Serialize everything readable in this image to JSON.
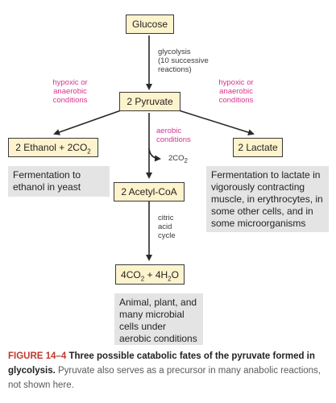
{
  "nodes": {
    "glucose": "Glucose",
    "pyruvate": "2 Pyruvate",
    "ethanol": {
      "pre": "2 Ethanol + 2CO",
      "sub": "2"
    },
    "lactate": "2 Lactate",
    "acetyl_coa": "2 Acetyl-CoA",
    "final": {
      "p1": "4CO",
      "s1": "2",
      "p2": " + 4H",
      "s2": "2",
      "p3": "O"
    }
  },
  "labels": {
    "glycolysis": [
      "glycolysis",
      "(10 successive",
      "reactions)"
    ],
    "hypoxic_left": [
      "hypoxic or",
      "anaerobic",
      "conditions"
    ],
    "hypoxic_right": [
      "hypoxic or",
      "anaerobic",
      "conditions"
    ],
    "aerobic": [
      "aerobic",
      "conditions"
    ],
    "co2_release": {
      "pre": "2CO",
      "sub": "2"
    },
    "citric": [
      "citric",
      "acid",
      "cycle"
    ]
  },
  "notes": {
    "ethanol": "Fermentation to ethanol in yeast",
    "lactate": "Fermentation to lactate in vigorously contracting muscle, in erythrocytes, in some other cells, and in some microorganisms",
    "aerobic": "Animal, plant, and many microbial cells under aerobic conditions"
  },
  "caption": {
    "number": "FIGURE 14–4",
    "title": "Three possible catabolic fates of the pyruvate formed in glycolysis.",
    "body": "Pyruvate also serves as a precursor in many anabolic reactions, not shown here."
  },
  "colors": {
    "box_fill": "#fdf3cd",
    "note_fill": "#e4e4e4",
    "condition_text": "#d9338f",
    "figure_label": "#c0392b"
  }
}
